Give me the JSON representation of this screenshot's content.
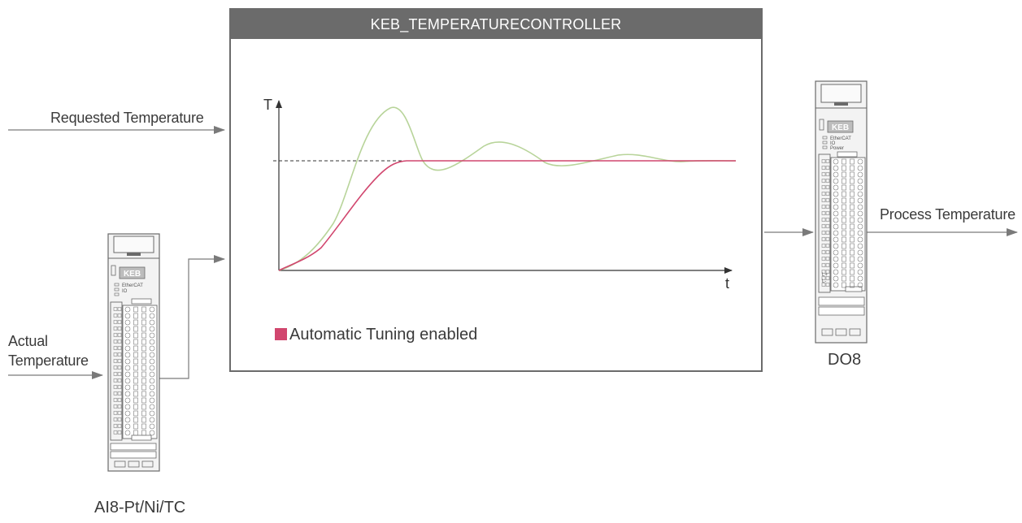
{
  "controller": {
    "title": "KEB_TEMPERATURECONTROLLER"
  },
  "inputs": {
    "requested_temperature": "Requested Temperature",
    "actual_temperature_line1": "Actual",
    "actual_temperature_line2": "Temperature"
  },
  "outputs": {
    "process_temperature": "Process Temperature"
  },
  "chart": {
    "y_axis_label": "T",
    "x_axis_label": "t",
    "legend_label": "Automatic Tuning enabled",
    "colors": {
      "tuned": "#d1466e",
      "untuned": "#b8d49a",
      "setpoint": "#333333"
    }
  },
  "devices": {
    "input_module": {
      "caption": "AI8-Pt/Ni/TC",
      "brand": "KEB",
      "status_lines": [
        "EtherCAT",
        "IO"
      ]
    },
    "output_module": {
      "caption": "DO8",
      "brand": "KEB",
      "status_lines": [
        "EtherCAT",
        "IO",
        "Power"
      ],
      "terminal_labels": [
        "L+",
        "L-"
      ]
    }
  }
}
